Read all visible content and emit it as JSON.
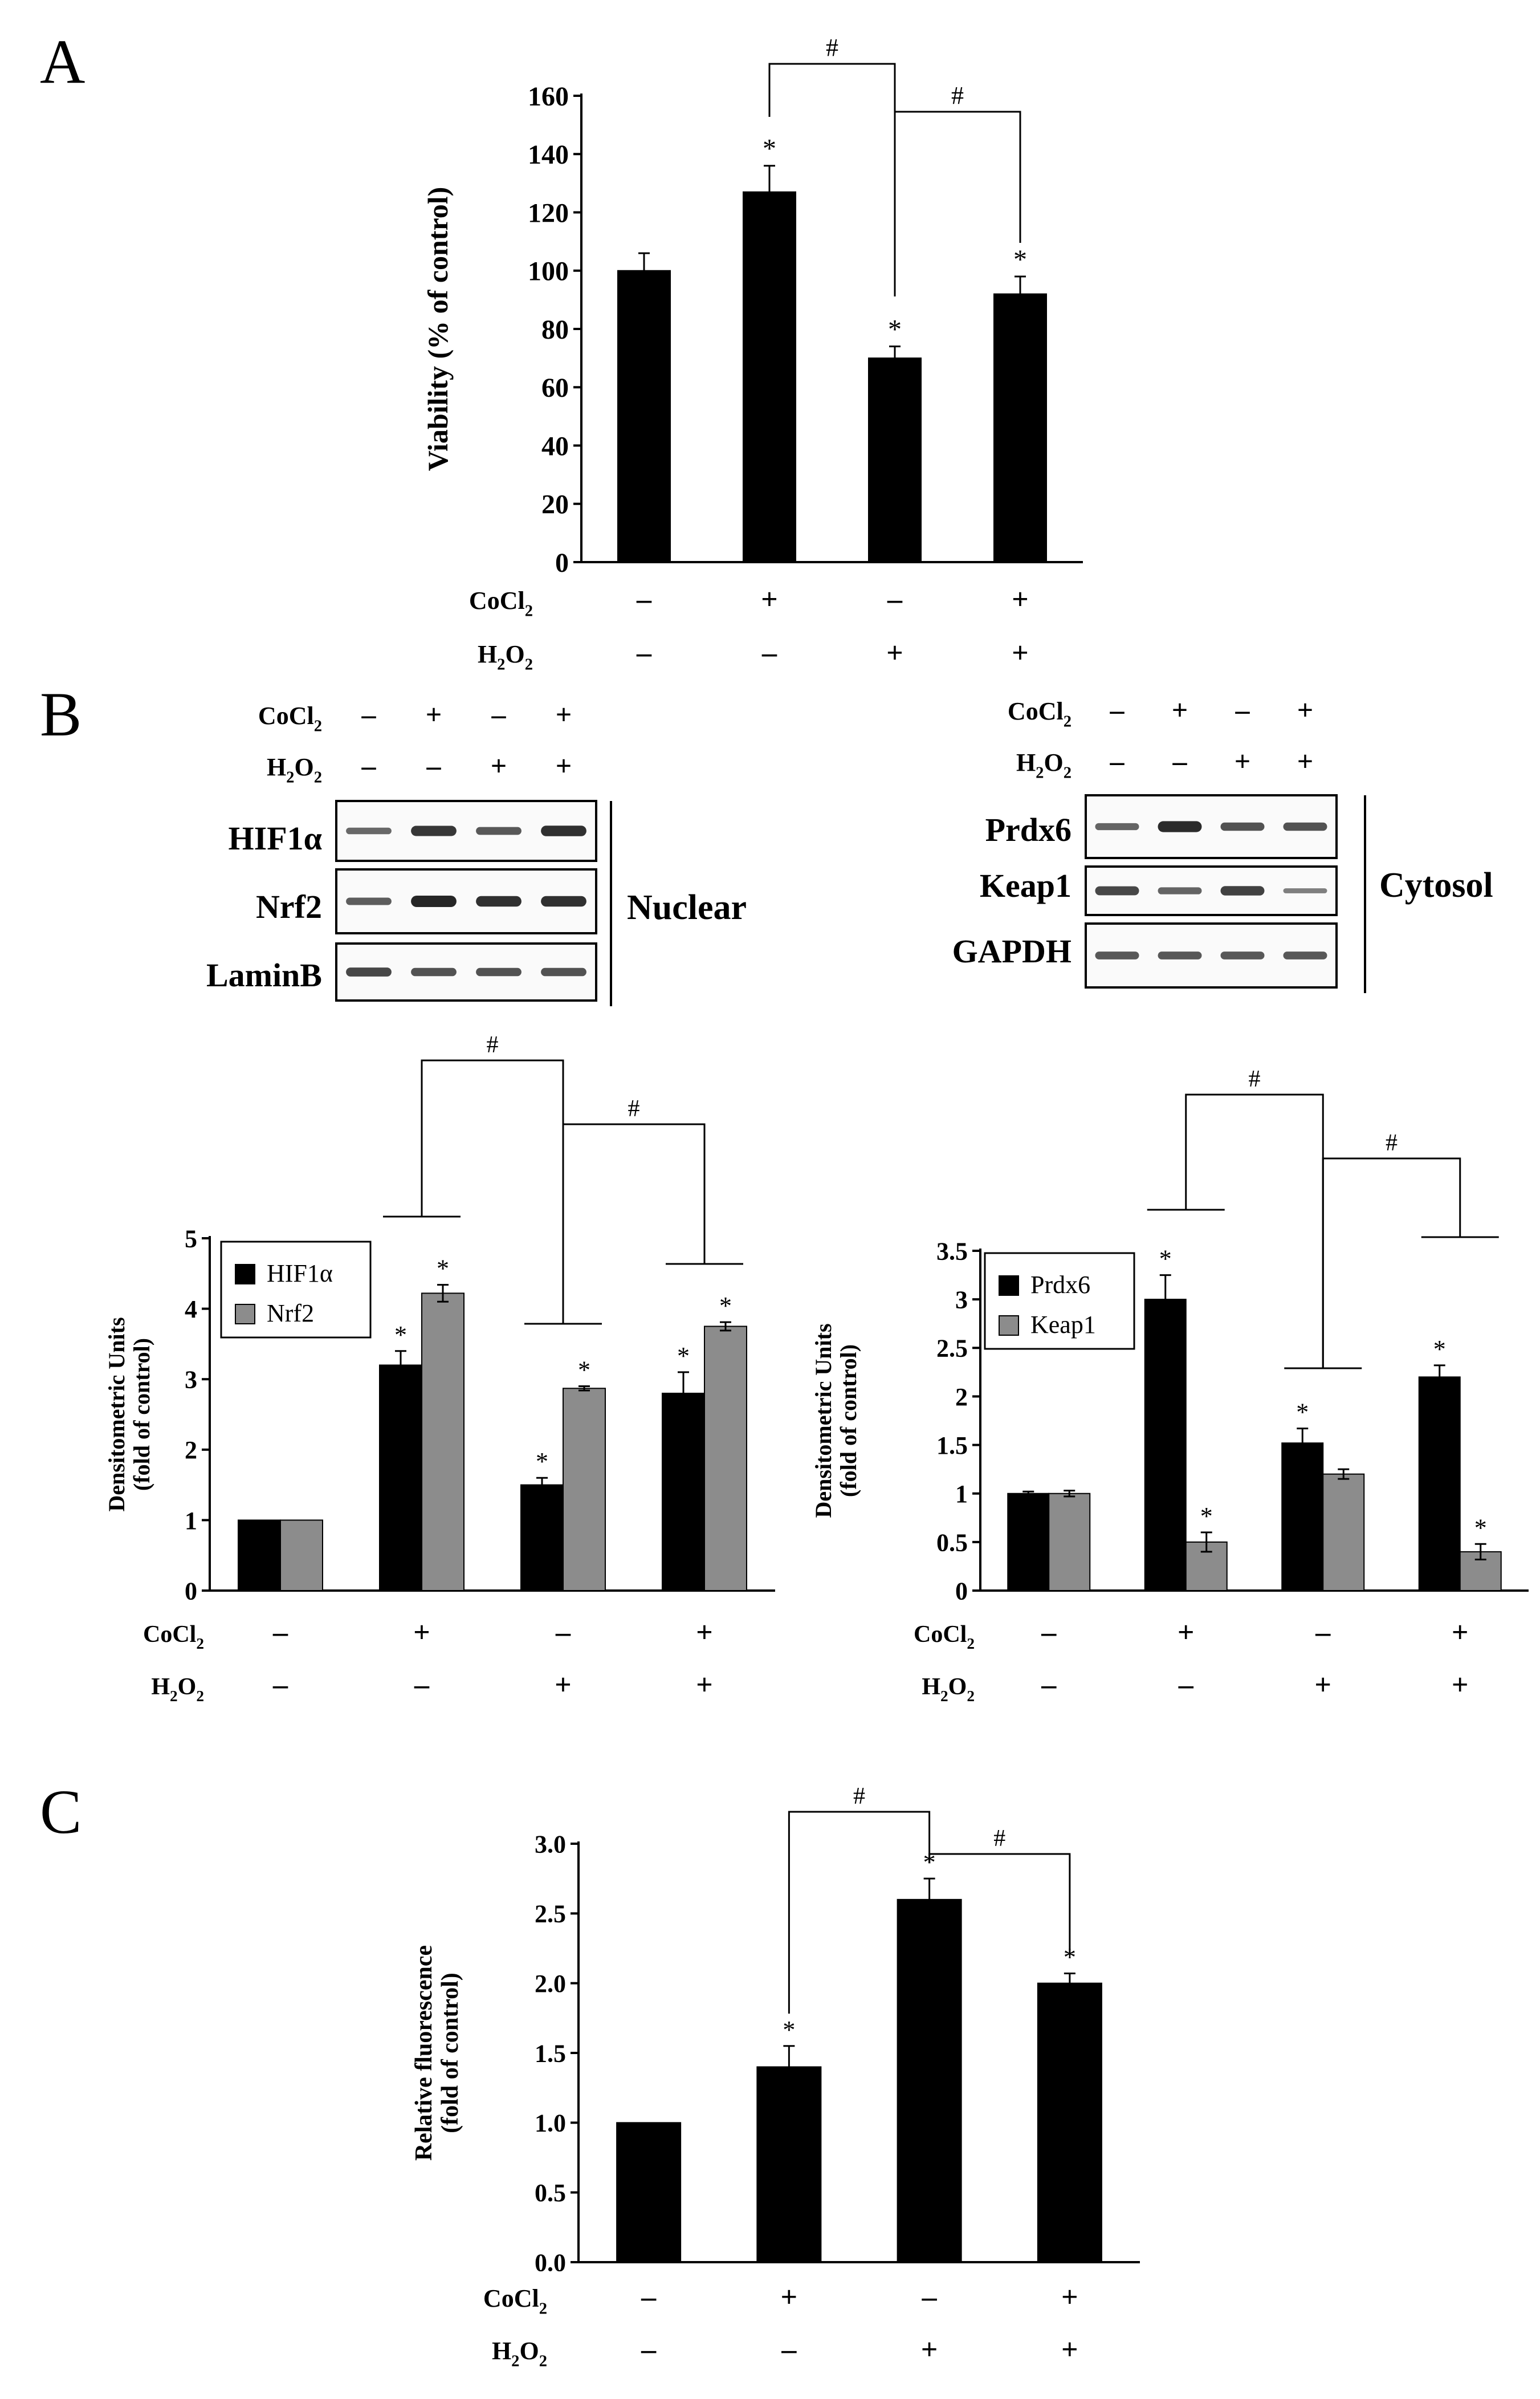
{
  "panels": {
    "A": "A",
    "B": "B",
    "C": "C"
  },
  "signs": {
    "minus": "–",
    "plus": "+"
  },
  "treatments": {
    "cocl2": "CoCl",
    "cocl2_sub": "2",
    "h2o2_h": "H",
    "h2o2_o": "O",
    "h2o2_sub": "2"
  },
  "conditions": {
    "cocl2": [
      "–",
      "+",
      "–",
      "+"
    ],
    "h2o2": [
      "–",
      "–",
      "+",
      "+"
    ]
  },
  "westerns": {
    "nuclear": {
      "labels": [
        "HIF1α",
        "Nrf2",
        "LaminB"
      ],
      "compartment": "Nuclear"
    },
    "cytosol": {
      "labels": [
        "Prdx6",
        "Keap1",
        "GAPDH"
      ],
      "compartment": "Cytosol"
    }
  },
  "annotations": {
    "sig_star": "*",
    "sig_hash": "#"
  },
  "chart_data": [
    {
      "id": "A",
      "type": "bar",
      "categories": [
        "CoCl2 – / H2O2 –",
        "CoCl2 + / H2O2 –",
        "CoCl2 – / H2O2 +",
        "CoCl2 + / H2O2 +"
      ],
      "values": [
        100,
        127,
        70,
        92
      ],
      "errors": [
        6,
        9,
        4,
        6
      ],
      "significance": [
        "",
        "*",
        "*",
        "*"
      ],
      "comparisons": [
        [
          "1",
          "2",
          "#"
        ],
        [
          "2",
          "3",
          "#"
        ]
      ],
      "ylabel": "Viability (% of control)",
      "ylim": [
        0,
        160
      ],
      "yticks": [
        0,
        20,
        40,
        60,
        80,
        100,
        120,
        140,
        160
      ],
      "color": "#000000"
    },
    {
      "id": "B-left",
      "type": "bar",
      "categories": [
        "CoCl2 – / H2O2 –",
        "CoCl2 + / H2O2 –",
        "CoCl2 – / H2O2 +",
        "CoCl2 + / H2O2 +"
      ],
      "series": [
        {
          "name": "HIF1α",
          "values": [
            1.0,
            3.2,
            1.5,
            2.8
          ],
          "errors": [
            0,
            0.2,
            0.1,
            0.3
          ],
          "significance": [
            "",
            "*",
            "*",
            "*"
          ],
          "color": "#000000"
        },
        {
          "name": "Nrf2",
          "values": [
            1.0,
            4.22,
            2.87,
            3.75
          ],
          "errors": [
            0,
            0.12,
            0.03,
            0.06
          ],
          "significance": [
            "",
            "*",
            "*",
            "*"
          ],
          "color": "#8c8c8c"
        }
      ],
      "comparisons": [
        [
          "1",
          "2",
          "#"
        ],
        [
          "2",
          "3",
          "#"
        ]
      ],
      "ylabel": "Densitometric Units (fold of control)",
      "ylim": [
        0,
        5
      ],
      "yticks": [
        0,
        1,
        2,
        3,
        4,
        5
      ],
      "legend": "top-left"
    },
    {
      "id": "B-right",
      "type": "bar",
      "categories": [
        "CoCl2 – / H2O2 –",
        "CoCl2 + / H2O2 –",
        "CoCl2 – / H2O2 +",
        "CoCl2 + / H2O2 +"
      ],
      "series": [
        {
          "name": "Prdx6",
          "values": [
            1.0,
            3.0,
            1.52,
            2.2
          ],
          "errors": [
            0.02,
            0.25,
            0.15,
            0.12
          ],
          "significance": [
            "",
            "*",
            "*",
            "*"
          ],
          "color": "#000000"
        },
        {
          "name": "Keap1",
          "values": [
            1.0,
            0.5,
            1.2,
            0.4
          ],
          "errors": [
            0.03,
            0.1,
            0.05,
            0.08
          ],
          "significance": [
            "",
            "*",
            "",
            "*"
          ],
          "color": "#8c8c8c"
        }
      ],
      "comparisons": [
        [
          "1",
          "2",
          "#"
        ],
        [
          "2",
          "3",
          "#"
        ]
      ],
      "ylabel": "Densitometric Units (fold of control)",
      "ylim": [
        0,
        3.5
      ],
      "yticks": [
        "0",
        "0.5",
        "1",
        "1.5",
        "2",
        "2.5",
        "3",
        "3.5"
      ],
      "legend": "top-left"
    },
    {
      "id": "C",
      "type": "bar",
      "categories": [
        "CoCl2 – / H2O2 –",
        "CoCl2 + / H2O2 –",
        "CoCl2 – / H2O2 +",
        "CoCl2 + / H2O2 +"
      ],
      "values": [
        1.0,
        1.4,
        2.6,
        2.0
      ],
      "errors": [
        0,
        0.15,
        0.15,
        0.07
      ],
      "significance": [
        "",
        "*",
        "*",
        "*"
      ],
      "comparisons": [
        [
          "1",
          "2",
          "#"
        ],
        [
          "2",
          "3",
          "#"
        ]
      ],
      "ylabel": "Relative fluorescence (fold of control)",
      "ylim": [
        0,
        3
      ],
      "yticks": [
        "0.0",
        "0.5",
        "1.0",
        "1.5",
        "2.0",
        "2.5",
        "3.0"
      ],
      "color": "#000000"
    }
  ]
}
